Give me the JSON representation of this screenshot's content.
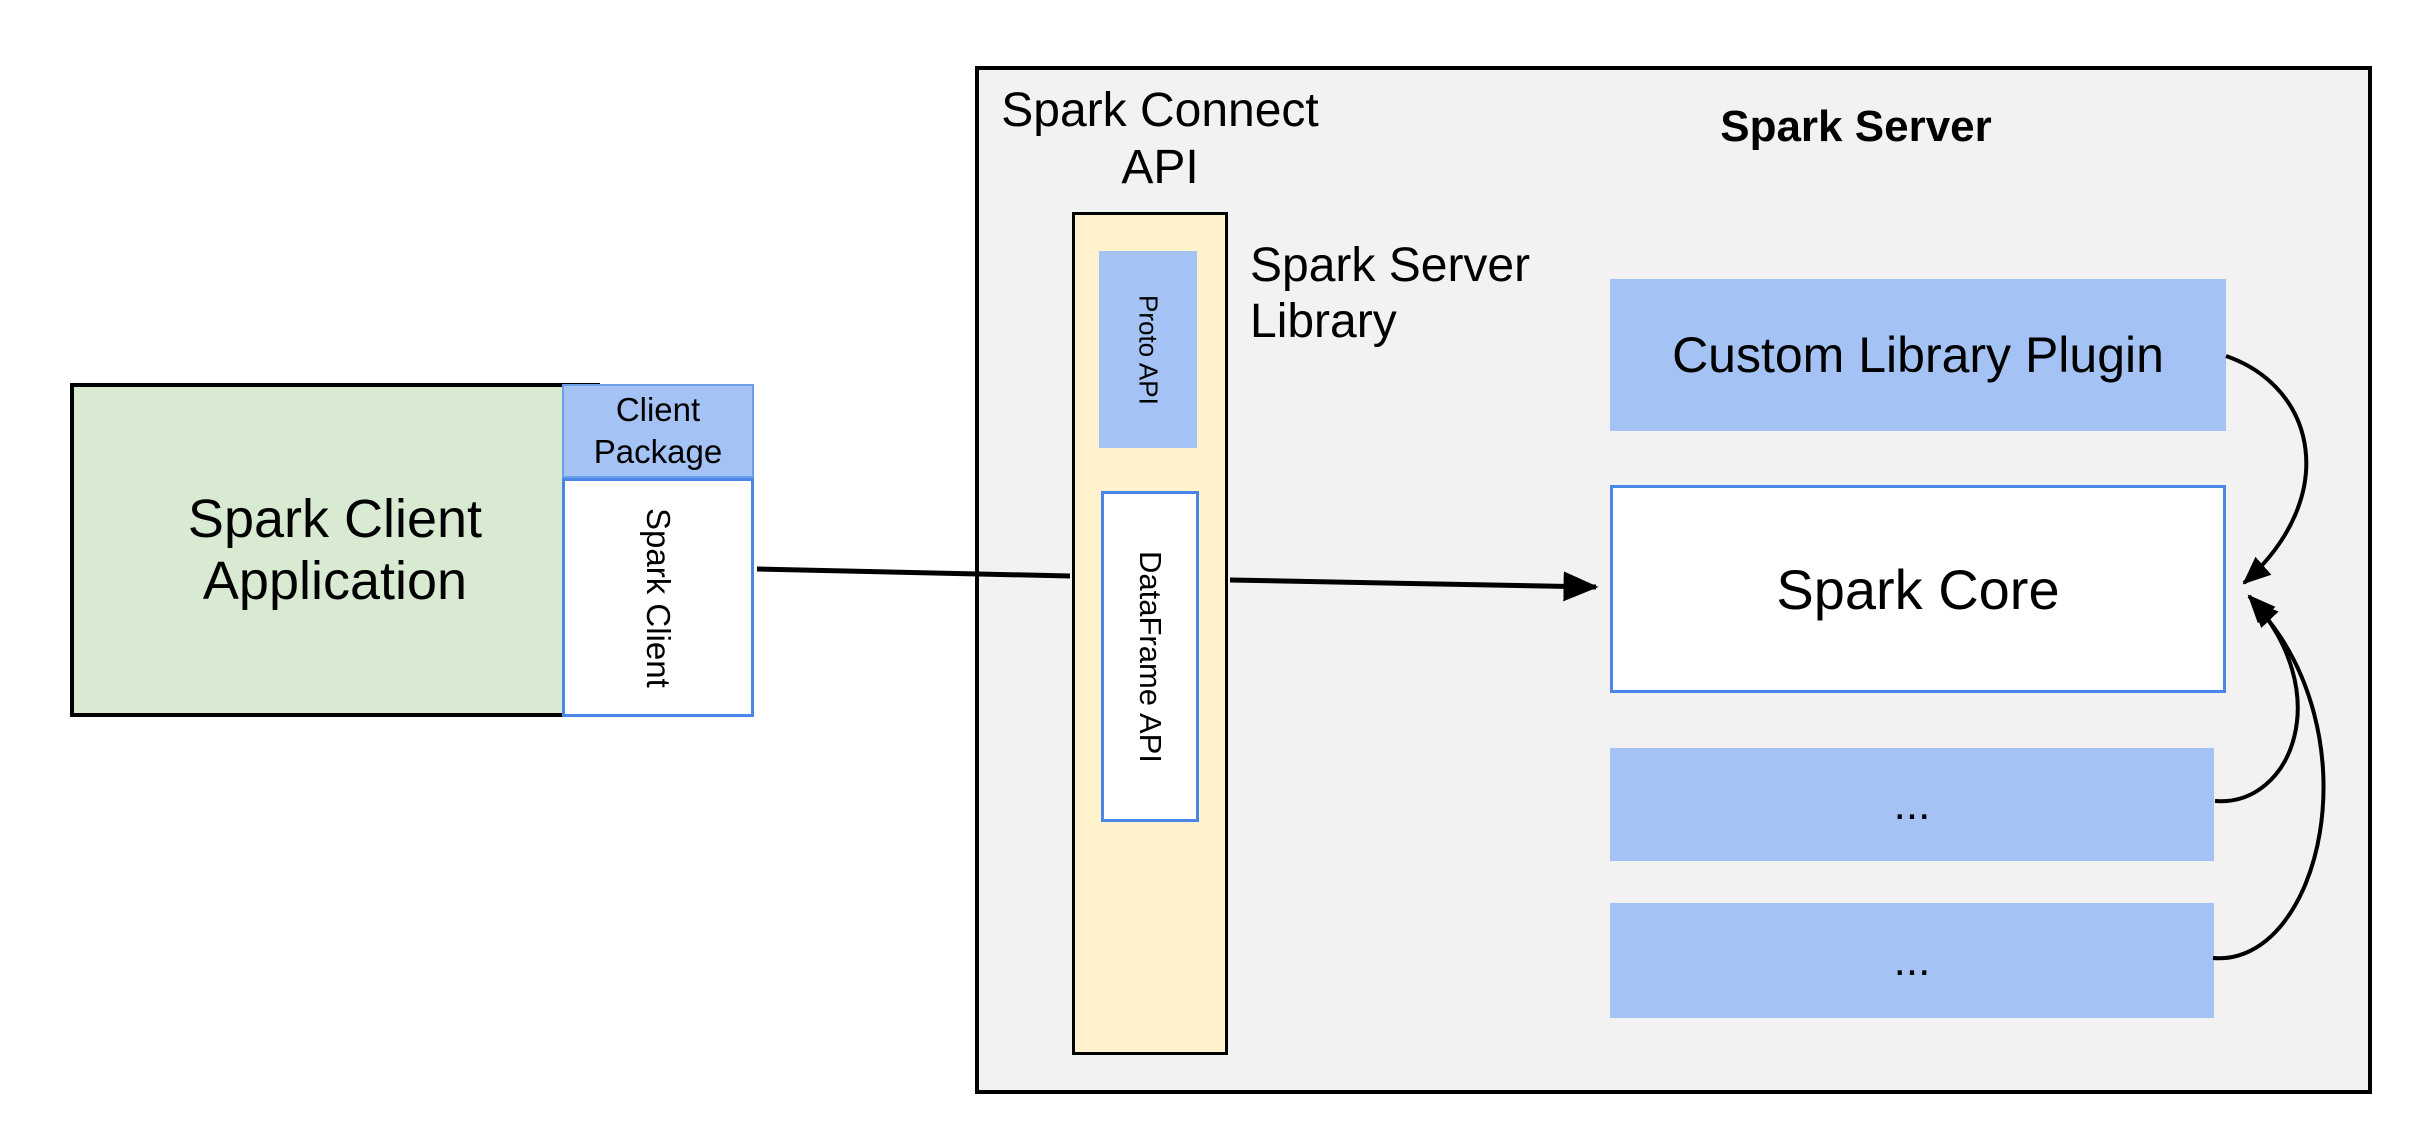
{
  "client": {
    "application_label": "Spark Client Application",
    "package_label": "Client Package",
    "client_label": "Spark Client"
  },
  "connect_api": {
    "title": "Spark Connect API",
    "proto_label": "Proto API",
    "dataframe_label": "DataFrame API",
    "library_caption": "Spark Server Library"
  },
  "server": {
    "title": "Spark Server",
    "plugin_label": "Custom Library Plugin",
    "core_label": "Spark Core",
    "extra_boxes": [
      "...",
      "..."
    ]
  },
  "colors": {
    "blue_fill": "#a4c2f4",
    "green_fill": "#d9ead3",
    "yellow_fill": "#fff2cc",
    "container_gray": "#f2f2f2",
    "blue_border": "#4a86e8",
    "package_border": "#6d9eeb",
    "line_color": "#000000"
  }
}
